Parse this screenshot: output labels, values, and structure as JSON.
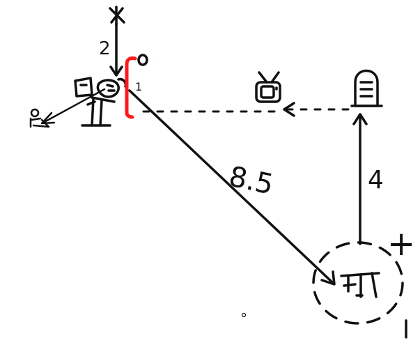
{
  "diagram": {
    "labels": {
      "top_distance": "2",
      "diagonal_distance": "8.5",
      "vertical_distance": "4",
      "red_top_mark": "0",
      "red_mid_mark": "1",
      "plus_sign": "+",
      "minus_sign": "-"
    },
    "icons": [
      "sun-icon",
      "person-at-desk-icon",
      "camera-icon",
      "eye-icon",
      "tv-icon",
      "tombstone-icon",
      "table-icon"
    ],
    "colors": {
      "ink": "#111111",
      "accent": "#ff1a1a",
      "background": "#ffffff"
    }
  }
}
